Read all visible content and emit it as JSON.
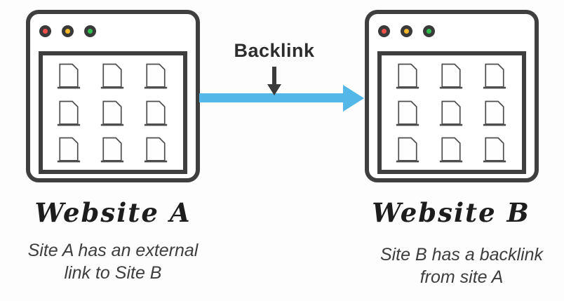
{
  "colors": {
    "bg": "#fdfdfd",
    "outline": "#3f3f3f",
    "arrow-blue": "#53b7e8",
    "arrow-dark": "#3a3a3a",
    "light-red": "#f4504b",
    "light-yellow": "#f7b92a",
    "light-green": "#2ebf4f",
    "text-dark": "#1d1d1d",
    "text-caption": "#3d3d3d"
  },
  "arrow": {
    "label": "Backlink"
  },
  "sites": [
    {
      "title": "Website A",
      "caption": [
        "Site A has an external",
        "link to Site B"
      ]
    },
    {
      "title": "Website B",
      "caption": [
        "Site B has a backlink",
        "from site A"
      ]
    }
  ],
  "window": {
    "traffic_light_icons": [
      "red-dot-icon",
      "yellow-dot-icon",
      "green-dot-icon"
    ],
    "pages_per_window": 9
  }
}
